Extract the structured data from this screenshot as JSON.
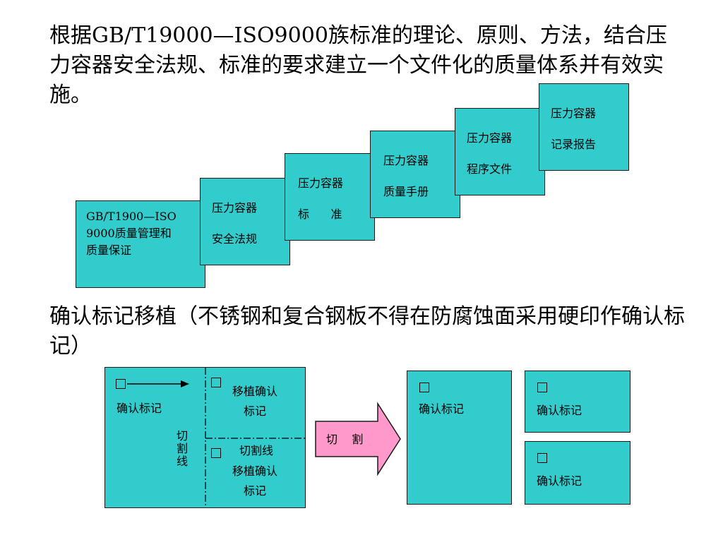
{
  "intro_text": "根据GB/T19000—ISO9000族标准的理论、原则、方法，结合压力容器安全法规、标准的要求建立一个文件化的质量体系并有效实施。",
  "stairs": [
    {
      "line1": "GB/T1900—ISO",
      "line2": "9000质量管理和",
      "line3": "质量保证"
    },
    {
      "line1": "压力容器",
      "line2": "安全法规"
    },
    {
      "line1": "压力容器",
      "line2": "标      准"
    },
    {
      "line1": "压力容器",
      "line2": "质量手册"
    },
    {
      "line1": "压力容器",
      "line2": "程序文件"
    },
    {
      "line1": "压力容器",
      "line2": "记录报告"
    }
  ],
  "marking_heading": "确认标记移植（不锈钢和复合钢板不得在防腐蚀面采用硬印作确认标记）",
  "plate": {
    "left_label": "确认标记",
    "cut_line_vertical": "切割线",
    "top_right_label_1": "移植确认",
    "top_right_label_2": "标记",
    "cut_line_label": "切割线",
    "bottom_right_label_1": "移植确认",
    "bottom_right_label_2": "标记"
  },
  "cut_arrow_label": "切    割",
  "results": [
    {
      "label": "确认标记"
    },
    {
      "label": "确认标记"
    },
    {
      "label": "确认标记"
    }
  ],
  "colors": {
    "box_fill": "#33cccc",
    "arrow_fill": "#ff99cc",
    "border": "#1a1a1a"
  }
}
